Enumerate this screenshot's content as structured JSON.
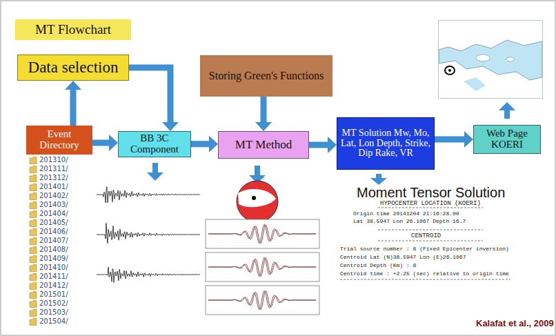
{
  "diagram": {
    "nodes": [
      {
        "text": [
          "MT Flowchart"
        ]
      },
      {
        "text": [
          "Data selection"
        ]
      },
      {
        "text": [
          "Storing Green's Functions"
        ]
      },
      {
        "text": [
          "Event Directory"
        ]
      },
      {
        "text": [
          "BB 3C Component"
        ]
      },
      {
        "text": [
          "MT Method"
        ]
      },
      {
        "text": [
          "MT Solution Mw, Mo, Lat, Lon Depth, Strike, Dip Rake, VR"
        ]
      },
      {
        "text": [
          "Web Page KOERI"
        ]
      }
    ],
    "edges": [
      {
        "from": 3,
        "to": 1,
        "arrow": "to"
      },
      {
        "from": 1,
        "to": 4,
        "arrow": "to"
      },
      {
        "from": 3,
        "to": 4,
        "arrow": "to"
      },
      {
        "from": 4,
        "to": 5,
        "arrow": "to"
      },
      {
        "from": 2,
        "to": 5,
        "arrow": "to"
      },
      {
        "from": 5,
        "to": 6,
        "arrow": "to"
      },
      {
        "from": 6,
        "to": 7,
        "arrow": "to"
      }
    ],
    "labels": [
      "201310/",
      "201311/",
      "201312/",
      "201401/",
      "201402/",
      "201403/",
      "201404/",
      "201405/",
      "201406/",
      "201407/",
      "201408/",
      "201409/",
      "201410/",
      "201411/",
      "201412/",
      "201501/",
      "201502/",
      "201503/",
      "201504/",
      "Moment Tensor Solution",
      "HYPOCENTER LOCATION (KOERI)",
      "Origin time 20141204 21:16:28.00",
      "Lat 38.5947 Lon 26.1067 Depth 16.7",
      "CENTROID",
      "Trial source number : 8 (Fixed Epicenter inversion)",
      "Centroid Lat (N)38.5947 Lon (E)26.1067",
      "Centroid Depth (Km) : 8",
      "Centroid time : +2.25 (sec) relative to origin time",
      "Kalafat et al., 2009"
    ]
  }
}
